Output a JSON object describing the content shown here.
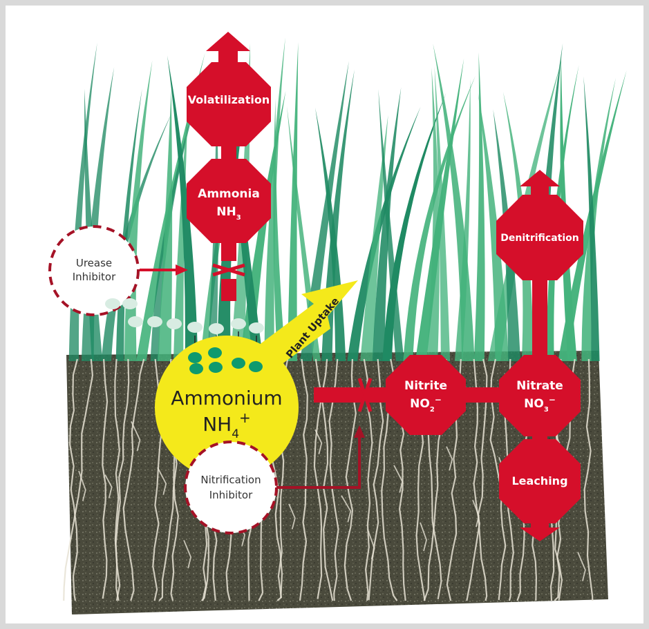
{
  "colors": {
    "red": "#d50f2a",
    "yellow": "#f4e91b",
    "soil": "#4a4a3c",
    "grass_dark": "#1f8a63",
    "grass_light": "#43b27b",
    "root": "#e6e2d4",
    "teal_dot": "#0e9a6e",
    "inhibitor_border": "#a51226"
  },
  "processes": {
    "volatilization": "Volatilization",
    "ammonia": "Ammonia",
    "ammonia_formula": "NH",
    "ammonia_sub": "3",
    "denitrification": "Denitrification",
    "nitrite": "Nitrite",
    "nitrite_formula": "NO",
    "nitrite_sub": "2",
    "nitrite_charge": "−",
    "nitrate": "Nitrate",
    "nitrate_formula": "NO",
    "nitrate_sub": "3",
    "nitrate_charge": "−",
    "leaching": "Leaching"
  },
  "ammonium": {
    "name": "Ammonium",
    "formula": "NH",
    "sub": "4",
    "charge": "+"
  },
  "uptake": {
    "label": "Plant Uptake"
  },
  "inhibitors": {
    "urease_line1": "Urease",
    "urease_line2": "Inhibitor",
    "nitrification_line1": "Nitrification",
    "nitrification_line2": "Inhibitor"
  }
}
